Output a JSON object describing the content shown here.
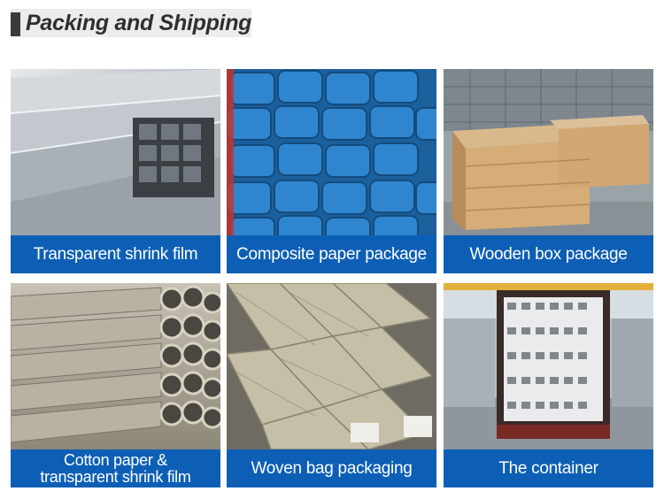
{
  "header": {
    "title": "Packing and Shipping"
  },
  "cards": [
    {
      "label": "Transparent shrink film",
      "icon": "shrink-film-photo"
    },
    {
      "label": "Composite paper package",
      "icon": "composite-paper-photo"
    },
    {
      "label": "Wooden box package",
      "icon": "wooden-box-photo"
    },
    {
      "label": "Cotton paper &\ntransparent shrink film",
      "icon": "cotton-paper-photo"
    },
    {
      "label": "Woven bag packaging",
      "icon": "woven-bag-photo"
    },
    {
      "label": "The container",
      "icon": "container-photo"
    }
  ],
  "colors": {
    "caption_bg": "#0d5fb5",
    "caption_text": "#ffffff",
    "header_bar": "#3a3a3a"
  }
}
